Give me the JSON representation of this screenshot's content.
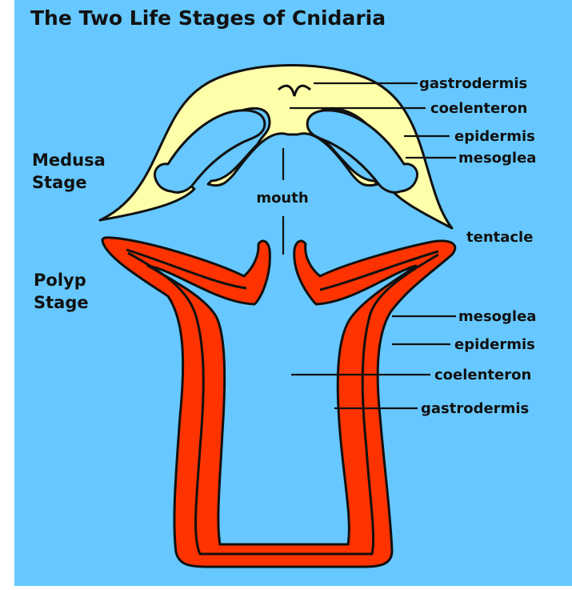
{
  "title": "The Two Life Stages of Cnidaria",
  "stages": {
    "medusa": [
      "Medusa",
      "Stage"
    ],
    "polyp": [
      "Polyp",
      "Stage"
    ]
  },
  "labels": {
    "mouth": "mouth",
    "tentacle": "tentacle",
    "medusa": {
      "gastrodermis": "gastrodermis",
      "coelenteron": "coelenteron",
      "epidermis": "epidermis",
      "mesoglea": "mesoglea"
    },
    "polyp": {
      "mesoglea": "mesoglea",
      "epidermis": "epidermis",
      "coelenteron": "coelenteron",
      "gastrodermis": "gastrodermis"
    }
  },
  "colors": {
    "background": "#66c8ff",
    "medusa_body": "#ffffaa",
    "polyp_body": "#ff3300",
    "outline": "#111111"
  }
}
